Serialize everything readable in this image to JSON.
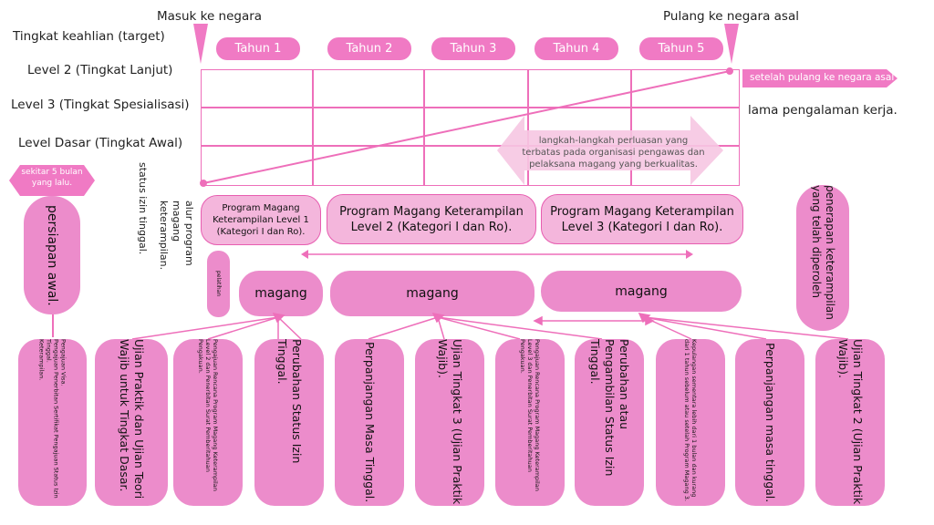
{
  "headers": {
    "entry": "Masuk ke negara",
    "return": "Pulang ke negara asal"
  },
  "rows": {
    "target": "Tingkat keahlian (target)",
    "level2": "Level 2 (Tingkat Lanjut)",
    "level3": "Level 3 (Tingkat Spesialisasi)",
    "basic": "Level Dasar (Tingkat Awal)"
  },
  "years": [
    "Tahun 1",
    "Tahun 2",
    "Tahun 3",
    "Tahun 4",
    "Tahun 5"
  ],
  "after_return": "setelah pulang ke negara asal",
  "experience": "lama pengalaman kerja.",
  "expansion_note": "langkah-langkah perluasan yang terbatas pada organisasi pengawas dan pelaksana magang yang berkualitas.",
  "left_badge": "sekitar 5 bulan yang lalu.",
  "prep_label": "persiapan awal.",
  "status_label": "status izin tinggal.",
  "flow_label": "alur program magang keterampilan.",
  "training_label": "pelatihan",
  "programs": [
    "Program Magang Keterampilan Level 1 (Kategori I dan Ro).",
    "Program Magang Keterampilan Level 2 (Kategori I dan Ro).",
    "Program Magang Keterampilan Level 3 (Kategori I dan Ro)."
  ],
  "internship": [
    "magang",
    "magang",
    "magang"
  ],
  "apply_label": "penerapan keterampilan yang telah diperoleh",
  "prep_items": [
    "Pengajuan Visa.",
    "Pengajuan Penerbitan Sertifikat Pengajuan Status Izin Tinggal.",
    "Keterampilan."
  ],
  "cards": [
    "Ujian Praktik dan Ujian Teori Wajib untuk Tingkat Dasar.",
    "Pengajuan Rencana Program Magang Keterampilan Level 2 dan Penerbitan Surat Pemberitahuan Pengakuan.",
    "Perubahan Status Izin Tinggal.",
    "Perpanjangan Masa Tinggal.",
    "Ujian Tingkat 3 (Ujian Praktik Wajib).",
    "Pengajuan Rencana Program Magang Keterampilan Level 3 dan Penerbitan Surat Pemberitahuan Pengakuan.",
    "Perubahan atau Pengambilan Status Izin Tinggal.",
    "Kepulangan sementara lebih dari 1 bulan dan kurang dari 1 tahun sebelum atau setelah Program Magang 3.",
    "Perpanjangan masa tinggal.",
    "Ujian Tingkat 2 (Ujian Praktik Wajib)."
  ],
  "colors": {
    "accent": "#ee6fba",
    "card": "#ec8ccb",
    "light": "#f4b6dc",
    "tab": "#f07ac4"
  }
}
